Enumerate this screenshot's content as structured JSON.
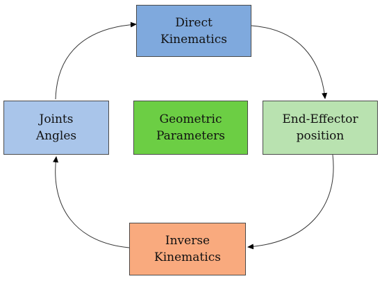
{
  "nodes": {
    "direct_kinematics": {
      "line1": "Direct",
      "line2": "Kinematics",
      "color": "#7fa9dd"
    },
    "joints_angles": {
      "line1": "Joints",
      "line2": "Angles",
      "color": "#a9c5ea"
    },
    "geometric_parameters": {
      "line1": "Geometric",
      "line2": "Parameters",
      "color": "#6cce44"
    },
    "end_effector_position": {
      "line1": "End-Effector",
      "line2": "position",
      "color": "#b9e2b0"
    },
    "inverse_kinematics": {
      "line1": "Inverse",
      "line2": "Kinematics",
      "color": "#f9aa7e"
    }
  },
  "edges": [
    {
      "from": "direct_kinematics",
      "to": "end_effector_position"
    },
    {
      "from": "end_effector_position",
      "to": "inverse_kinematics"
    },
    {
      "from": "inverse_kinematics",
      "to": "joints_angles"
    },
    {
      "from": "joints_angles",
      "to": "direct_kinematics"
    }
  ]
}
